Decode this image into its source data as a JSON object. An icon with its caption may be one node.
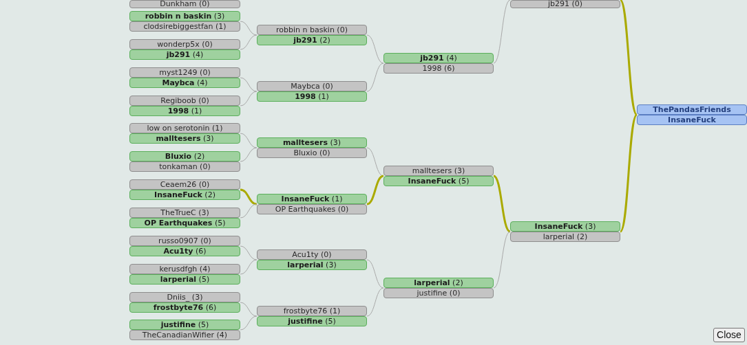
{
  "diagram": {
    "nodes": [
      {
        "text": [
          "Dunkham (0)"
        ]
      },
      {
        "text": [
          "**robbin n baskin** (3)"
        ]
      },
      {
        "text": [
          "clodsirebiggestfan (1)"
        ]
      },
      {
        "text": [
          "wonderp5x (0)"
        ]
      },
      {
        "text": [
          "**jb291** (4)"
        ]
      },
      {
        "text": [
          "myst1249 (0)"
        ]
      },
      {
        "text": [
          "**Maybca** (4)"
        ]
      },
      {
        "text": [
          "Regiboob (0)"
        ]
      },
      {
        "text": [
          "**1998** (1)"
        ]
      },
      {
        "text": [
          "low on serotonin (1)"
        ]
      },
      {
        "text": [
          "**malltesers** (3)"
        ]
      },
      {
        "text": [
          "**Bluxio** (2)"
        ]
      },
      {
        "text": [
          "tonkaman (0)"
        ]
      },
      {
        "text": [
          "Ceaem26 (0)"
        ]
      },
      {
        "text": [
          "**InsaneFuck** (2)"
        ]
      },
      {
        "text": [
          "TheTrueC (3)"
        ]
      },
      {
        "text": [
          "**OP Earthquakes** (5)"
        ]
      },
      {
        "text": [
          "russo0907 (0)"
        ]
      },
      {
        "text": [
          "**Acu1ty** (6)"
        ]
      },
      {
        "text": [
          "kerusdfgh (4)"
        ]
      },
      {
        "text": [
          "**larperial** (5)"
        ]
      },
      {
        "text": [
          "Dniis_ (3)"
        ]
      },
      {
        "text": [
          "**frostbyte76** (6)"
        ]
      },
      {
        "text": [
          "**justifine** (5)"
        ]
      },
      {
        "text": [
          "TheCanadianWifier (4)"
        ]
      },
      {
        "text": [
          "robbin n baskin (0)"
        ]
      },
      {
        "text": [
          "**jb291** (2)"
        ]
      },
      {
        "text": [
          "Maybca (0)"
        ]
      },
      {
        "text": [
          "**1998** (1)"
        ]
      },
      {
        "text": [
          "**malltesers** (3)"
        ]
      },
      {
        "text": [
          "Bluxio (0)"
        ]
      },
      {
        "text": [
          "**InsaneFuck** (1)"
        ]
      },
      {
        "text": [
          "OP Earthquakes (0)"
        ]
      },
      {
        "text": [
          "Acu1ty (0)"
        ]
      },
      {
        "text": [
          "**larperial** (3)"
        ]
      },
      {
        "text": [
          "frostbyte76 (1)"
        ]
      },
      {
        "text": [
          "**justifine** (5)"
        ]
      },
      {
        "text": [
          "**jb291** (4)"
        ]
      },
      {
        "text": [
          "1998 (6)"
        ]
      },
      {
        "text": [
          "malltesers (3)"
        ]
      },
      {
        "text": [
          "**InsaneFuck** (5)"
        ]
      },
      {
        "text": [
          "**larperial** (2)"
        ]
      },
      {
        "text": [
          "justifine (0)"
        ]
      },
      {
        "text": [
          "jb291 (0)"
        ]
      },
      {
        "text": [
          "**InsaneFuck** (3)"
        ]
      },
      {
        "text": [
          "larperial (2)"
        ]
      },
      {
        "text": [
          "ThePandasFriends"
        ]
      },
      {
        "text": [
          "InsaneFuck"
        ]
      }
    ],
    "edges": [
      {
        "from": 1,
        "to": 25,
        "arrow": "none"
      },
      {
        "from": 4,
        "to": 26,
        "arrow": "none"
      },
      {
        "from": 6,
        "to": 27,
        "arrow": "none"
      },
      {
        "from": 8,
        "to": 28,
        "arrow": "none"
      },
      {
        "from": 10,
        "to": 29,
        "arrow": "none"
      },
      {
        "from": 11,
        "to": 30,
        "arrow": "none"
      },
      {
        "from": 14,
        "to": 31,
        "arrow": "none",
        "style": "thick",
        "color": "#aaaa00"
      },
      {
        "from": 16,
        "to": 32,
        "arrow": "none"
      },
      {
        "from": 18,
        "to": 33,
        "arrow": "none"
      },
      {
        "from": 20,
        "to": 34,
        "arrow": "none"
      },
      {
        "from": 22,
        "to": 35,
        "arrow": "none"
      },
      {
        "from": 23,
        "to": 36,
        "arrow": "none"
      },
      {
        "from": 26,
        "to": 37,
        "arrow": "none"
      },
      {
        "from": 28,
        "to": 38,
        "arrow": "none"
      },
      {
        "from": 29,
        "to": 39,
        "arrow": "none"
      },
      {
        "from": 31,
        "to": 40,
        "arrow": "none",
        "style": "thick",
        "color": "#aaaa00"
      },
      {
        "from": 34,
        "to": 41,
        "arrow": "none"
      },
      {
        "from": 36,
        "to": 42,
        "arrow": "none"
      },
      {
        "from": 37,
        "to": 43,
        "arrow": "none"
      },
      {
        "from": 40,
        "to": 44,
        "arrow": "none",
        "style": "thick",
        "color": "#aaaa00"
      },
      {
        "from": 41,
        "to": 45,
        "arrow": "none"
      },
      {
        "from": 43,
        "to": 46,
        "arrow": "none",
        "style": "thick",
        "color": "#aaaa00"
      },
      {
        "from": 44,
        "to": 47,
        "arrow": "none",
        "style": "thick",
        "color": "#aaaa00"
      }
    ],
    "labels": [
      "Close"
    ]
  }
}
